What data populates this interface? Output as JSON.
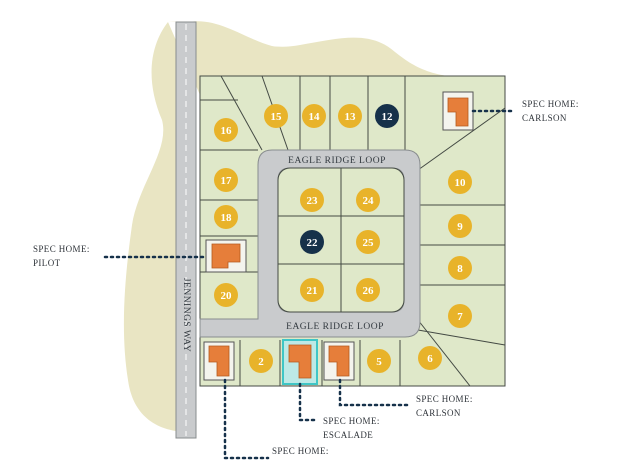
{
  "roads": {
    "loop_top": "EAGLE RIDGE LOOP",
    "loop_bottom": "EAGLE RIDGE LOOP",
    "jennings": "JENNINGS WAY"
  },
  "lots": [
    {
      "num": "2",
      "color": "#e8b32a"
    },
    {
      "num": "5",
      "color": "#e8b32a"
    },
    {
      "num": "6",
      "color": "#e8b32a"
    },
    {
      "num": "7",
      "color": "#e8b32a"
    },
    {
      "num": "8",
      "color": "#e8b32a"
    },
    {
      "num": "9",
      "color": "#e8b32a"
    },
    {
      "num": "10",
      "color": "#e8b32a"
    },
    {
      "num": "12",
      "color": "#16314a"
    },
    {
      "num": "13",
      "color": "#e8b32a"
    },
    {
      "num": "14",
      "color": "#e8b32a"
    },
    {
      "num": "15",
      "color": "#e8b32a"
    },
    {
      "num": "16",
      "color": "#e8b32a"
    },
    {
      "num": "17",
      "color": "#e8b32a"
    },
    {
      "num": "18",
      "color": "#e8b32a"
    },
    {
      "num": "20",
      "color": "#e8b32a"
    },
    {
      "num": "21",
      "color": "#e8b32a"
    },
    {
      "num": "22",
      "color": "#16314a"
    },
    {
      "num": "23",
      "color": "#e8b32a"
    },
    {
      "num": "24",
      "color": "#e8b32a"
    },
    {
      "num": "25",
      "color": "#e8b32a"
    },
    {
      "num": "26",
      "color": "#e8b32a"
    }
  ],
  "spec_homes": {
    "carlson_top": [
      "SPEC HOME:",
      "CARLSON"
    ],
    "pilot": [
      "SPEC HOME:",
      "PILOT"
    ],
    "escalade": [
      "SPEC HOME:",
      "ESCALADE"
    ],
    "carlson_bottom": [
      "SPEC HOME:",
      "CARLSON"
    ],
    "bottom_left": [
      "SPEC HOME:"
    ]
  },
  "colors": {
    "available": "#e8b32a",
    "sold": "#16314a",
    "lot_fill": "#dfe8c9",
    "terrain": "#e9e5c3",
    "road": "#c9cbcd",
    "home": "#e67e3a",
    "highlight": "#3fc6c6"
  }
}
